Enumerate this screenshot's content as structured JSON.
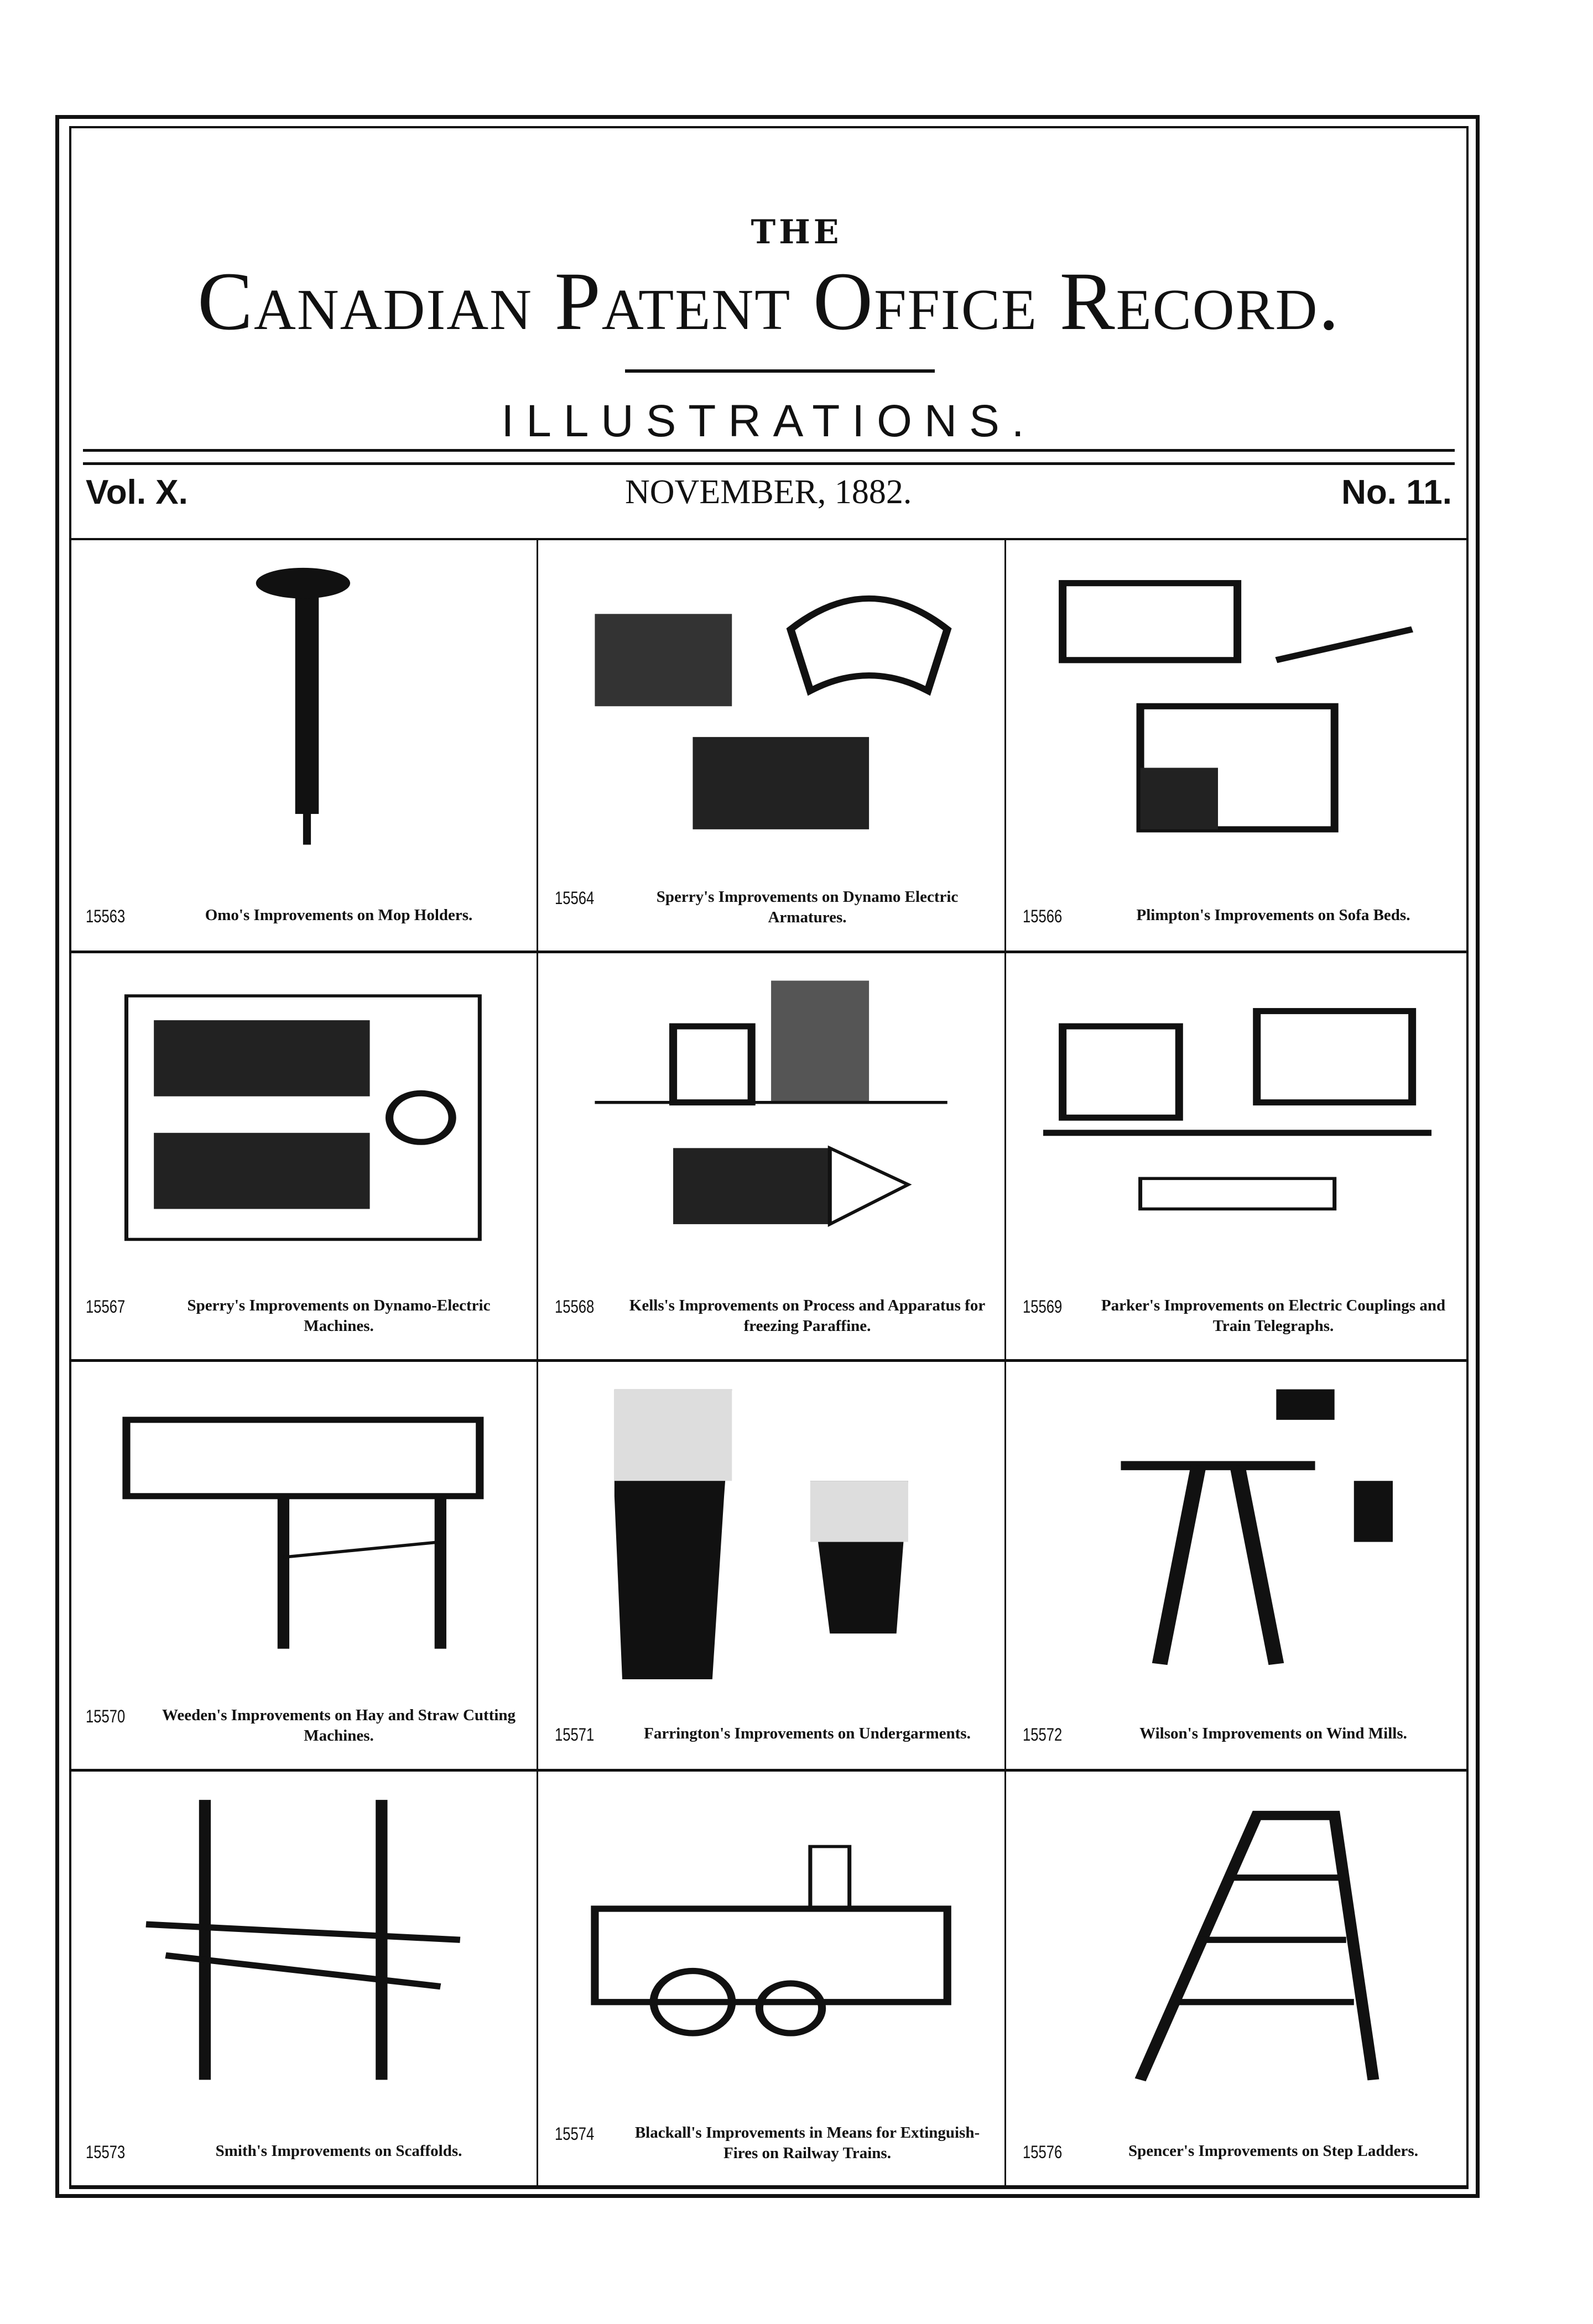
{
  "header": {
    "the": "THE",
    "title": "Canadian Patent Office Record.",
    "subtitle": "ILLUSTRATIONS.",
    "volume": "Vol. X.",
    "date": "NOVEMBER, 1882.",
    "number": "No. 11."
  },
  "patents": [
    {
      "number": "15563",
      "caption": "Omo's Improvements on Mop Holders."
    },
    {
      "number": "15564",
      "caption": "Sperry's Improvements on Dynamo Electric Armatures."
    },
    {
      "number": "15566",
      "caption": "Plimpton's Improvements on Sofa Beds."
    },
    {
      "number": "15567",
      "caption": "Sperry's Improvements on Dynamo-Electric Machines."
    },
    {
      "number": "15568",
      "caption": "Kells's Improvements on Process and Apparatus for freezing Paraffine."
    },
    {
      "number": "15569",
      "caption": "Parker's Improvements on Electric Couplings and Train Telegraphs."
    },
    {
      "number": "15570",
      "caption": "Weeden's Improvements on Hay and Straw Cutting Machines."
    },
    {
      "number": "15571",
      "caption": "Farrington's Improvements on Undergarments."
    },
    {
      "number": "15572",
      "caption": "Wilson's Improvements on Wind Mills."
    },
    {
      "number": "15573",
      "caption": "Smith's Improvements on Scaffolds."
    },
    {
      "number": "15574",
      "caption": "Blackall's Improvements in Means for Extinguish-Fires on Railway Trains."
    },
    {
      "number": "15576",
      "caption": "Spencer's Improvements on Step Ladders."
    }
  ]
}
